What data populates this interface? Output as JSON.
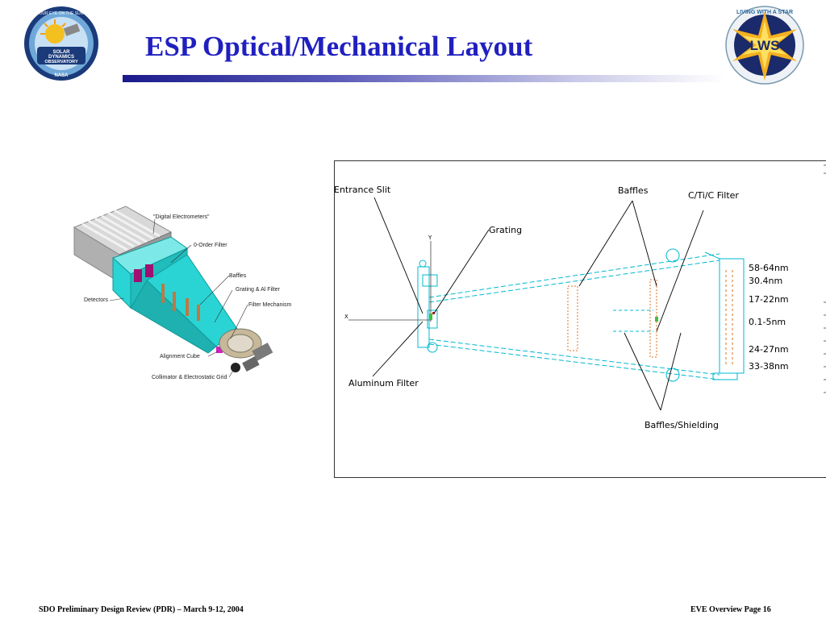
{
  "header": {
    "title": "ESP Optical/Mechanical Layout",
    "logo_left_text": "OUR EYE ON THE SUN · SOLAR DYNAMICS OBSERVATORY · NASA",
    "logo_right_text": "LIVING WITH A STAR · LWS"
  },
  "render": {
    "labels": {
      "digital_electrometers": "\"Digital Electrometers\"",
      "zero_order_filter": "0-Order Filter",
      "baffles": "Baffles",
      "grating_al_filter": "Grating & Al Filter",
      "filter_mechanism": "Filter Mechanism",
      "detectors": "Detectors",
      "alignment_cube": "Alignment Cube",
      "collimator_grid": "Collimator & Electrostatic Grid"
    }
  },
  "schematic": {
    "labels": {
      "entrance_slit": "Entrance Slit",
      "baffles": "Baffles",
      "ctic_filter": "C/Ti/C Filter",
      "grating": "Grating",
      "aluminum_filter": "Aluminum Filter",
      "baffles_shielding": "Baffles/Shielding",
      "axis_y": "Y",
      "axis_x": "X"
    },
    "wavelengths": [
      "58-64nm",
      "30.4nm",
      "17-22nm",
      "0.1-5nm",
      "24-27nm",
      "33-38nm"
    ]
  },
  "footer": {
    "left": "SDO Preliminary Design Review (PDR) – March 9-12, 2004",
    "right": "EVE Overview Page 16"
  },
  "colors": {
    "title": "#2020c0",
    "instrument_cyan": "#2ad4d4",
    "schematic_cyan": "#00b8d0",
    "schematic_orange": "#e07020",
    "schematic_green": "#40c040",
    "schematic_red": "#d02020"
  }
}
